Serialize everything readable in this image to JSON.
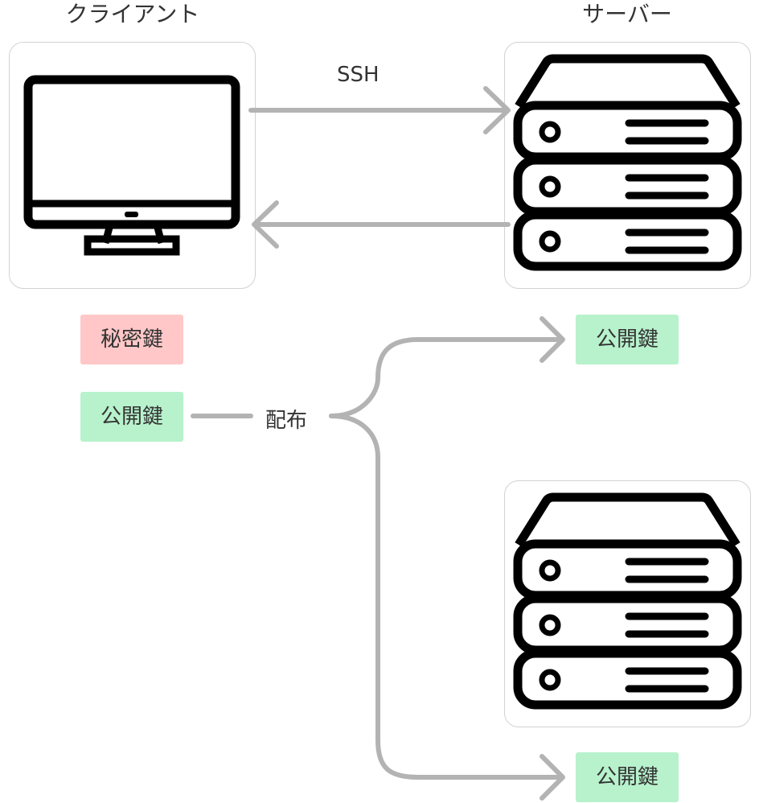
{
  "client": {
    "title": "クライアント",
    "icon": "monitor-icon"
  },
  "server": {
    "title": "サーバー",
    "icon": "server-rack-icon"
  },
  "connection": {
    "label": "SSH"
  },
  "keys": {
    "secret_key": "秘密鍵",
    "public_key": "公開鍵",
    "server1_key": "公開鍵",
    "server2_key": "公開鍵"
  },
  "distribute": {
    "label": "配布"
  },
  "colors": {
    "secret_key_bg": "#ffc7c7",
    "public_key_bg": "#b7f2cc",
    "arrow": "#b3b3b3",
    "icon_stroke": "#000000"
  }
}
